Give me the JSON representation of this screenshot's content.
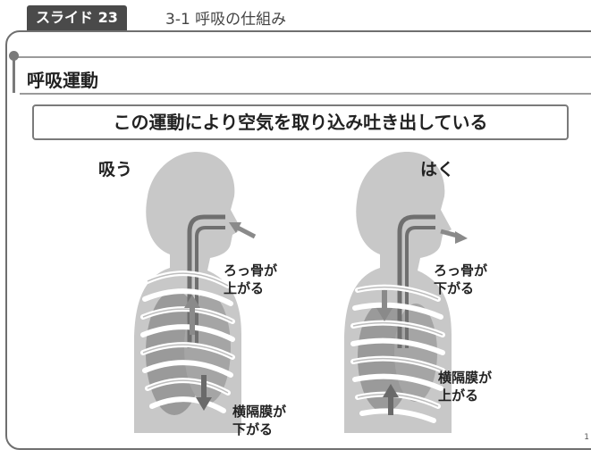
{
  "slide": {
    "tag": "スライド 23",
    "title": "3-1 呼吸の仕組み"
  },
  "section": {
    "heading": "呼吸運動"
  },
  "caption": "この運動により空気を取り込み吐き出している",
  "figures": {
    "inhale": {
      "title": "吸う",
      "ribs_label_1": "ろっ骨が",
      "ribs_label_2": "上がる",
      "diaphragm_label_1": "横隔膜が",
      "diaphragm_label_2": "下がる",
      "air_flow_icon": "arrow-inward-icon",
      "rib_motion_icon": "arrow-up-icon",
      "diaphragm_motion_icon": "arrow-down-icon"
    },
    "exhale": {
      "title": "はく",
      "ribs_label_1": "ろっ骨が",
      "ribs_label_2": "下がる",
      "diaphragm_label_1": "横隔膜が",
      "diaphragm_label_2": "上がる",
      "air_flow_icon": "arrow-outward-icon",
      "rib_motion_icon": "arrow-down-icon",
      "diaphragm_motion_icon": "arrow-up-icon"
    }
  },
  "page_number": "1",
  "colors": {
    "tag_background": "#4a4a4a",
    "body_silhouette": "#c8c8c8",
    "lung": "#9a9a9a",
    "rib": "#ffffff",
    "arrow": "#8a8a8a",
    "frame": "#6f6f6f"
  }
}
